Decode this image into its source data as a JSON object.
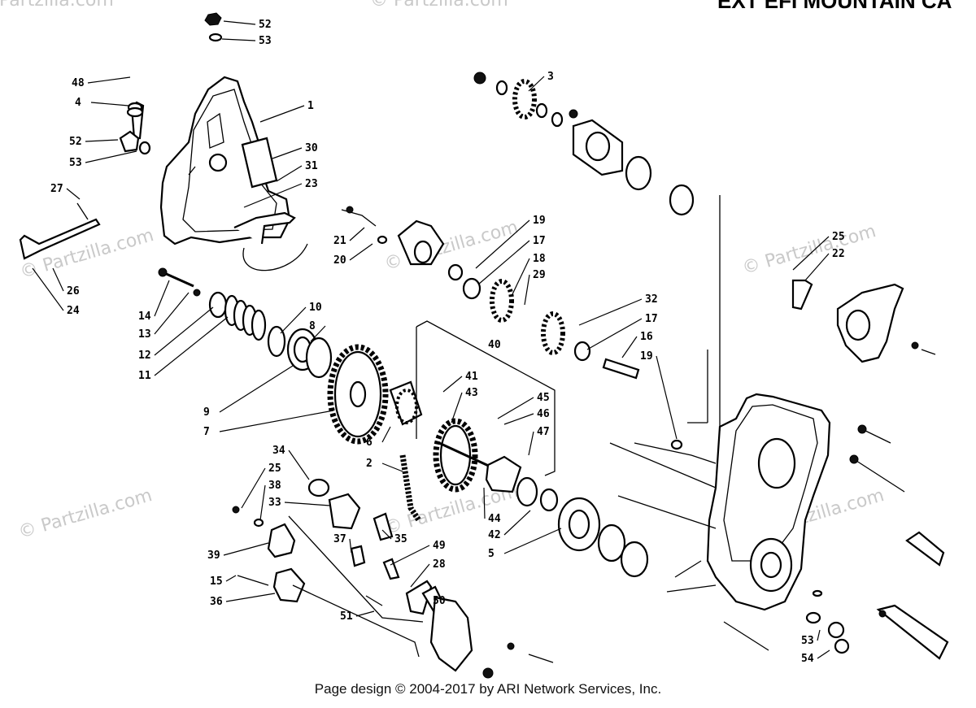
{
  "title": "EXT EFI MOUNTAIN CA",
  "footer": "Page design © 2004-2017 by ARI Network Services, Inc.",
  "watermark": "© Partzilla.com",
  "callouts": [
    "52",
    "53",
    "48",
    "4",
    "1",
    "52",
    "53",
    "30",
    "31",
    "23",
    "27",
    "21",
    "20",
    "25",
    "22",
    "26",
    "24",
    "3",
    "19",
    "17",
    "18",
    "29",
    "32",
    "17",
    "16",
    "19",
    "14",
    "13",
    "12",
    "11",
    "10",
    "8",
    "9",
    "7",
    "40",
    "41",
    "43",
    "45",
    "46",
    "47",
    "6",
    "2",
    "44",
    "42",
    "5",
    "34",
    "25",
    "38",
    "33",
    "35",
    "39",
    "37",
    "49",
    "28",
    "50",
    "15",
    "36",
    "51",
    "53",
    "54"
  ]
}
